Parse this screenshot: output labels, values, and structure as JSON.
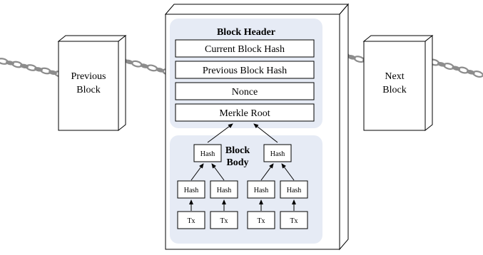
{
  "diagram": {
    "previous_block": {
      "line1": "Previous",
      "line2": "Block"
    },
    "next_block": {
      "line1": "Next",
      "line2": "Block"
    },
    "header": {
      "title": "Block Header",
      "fields": [
        "Current Block Hash",
        "Previous Block Hash",
        "Nonce",
        "Merkle Root"
      ]
    },
    "body": {
      "title_line1": "Block",
      "title_line2": "Body",
      "hash_label": "Hash",
      "tx_label": "Tx"
    },
    "colors": {
      "panel_fill": "#e6ebf5",
      "box_fill": "#ffffff",
      "stroke": "#000000",
      "chain": "#8c8c8c"
    }
  }
}
